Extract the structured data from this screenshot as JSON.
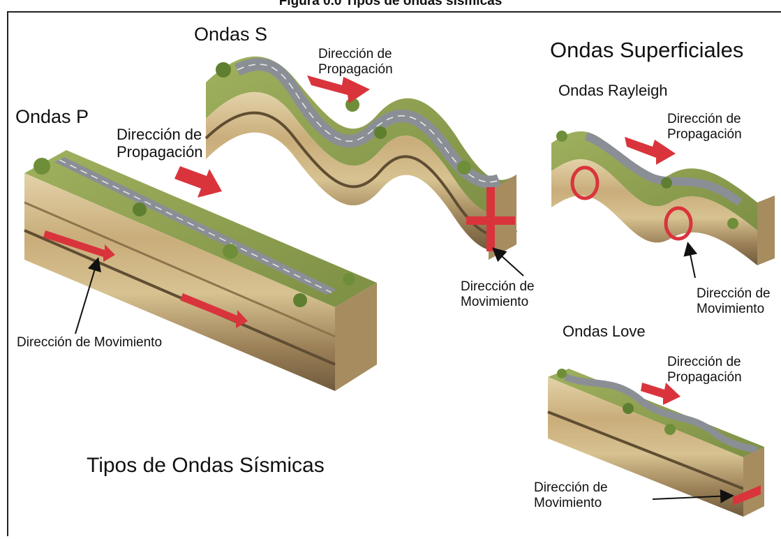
{
  "figure_caption": "Figura 0.0 Tipos de ondas sísmicas",
  "diagram_title": "Tipos de Ondas Sísmicas",
  "p_wave": {
    "title": "Ondas P",
    "propagation_label": [
      "Dirección de",
      "Propagación"
    ],
    "movement_label": "Dirección de Movimiento"
  },
  "s_wave": {
    "title": "Ondas S",
    "propagation_label": [
      "Dirección de",
      "Propagación"
    ],
    "movement_label": [
      "Dirección de",
      "Movimiento"
    ]
  },
  "surface_waves": {
    "title": "Ondas Superficiales",
    "rayleigh": {
      "title": "Ondas Rayleigh",
      "propagation_label": [
        "Dirección de",
        "Propagación"
      ],
      "movement_label": [
        "Dirección de",
        "Movimiento"
      ]
    },
    "love": {
      "title": "Ondas Love",
      "propagation_label": [
        "Dirección de",
        "Propagación"
      ],
      "movement_label": [
        "Dirección de",
        "Movimiento"
      ]
    }
  },
  "colors": {
    "arrow_red": "#d9343c",
    "soil_light": "#d8c49a",
    "soil_mid": "#b89a68",
    "soil_dark": "#6e5a3c",
    "grass": "#7f9a45",
    "road": "#8a8f96"
  }
}
